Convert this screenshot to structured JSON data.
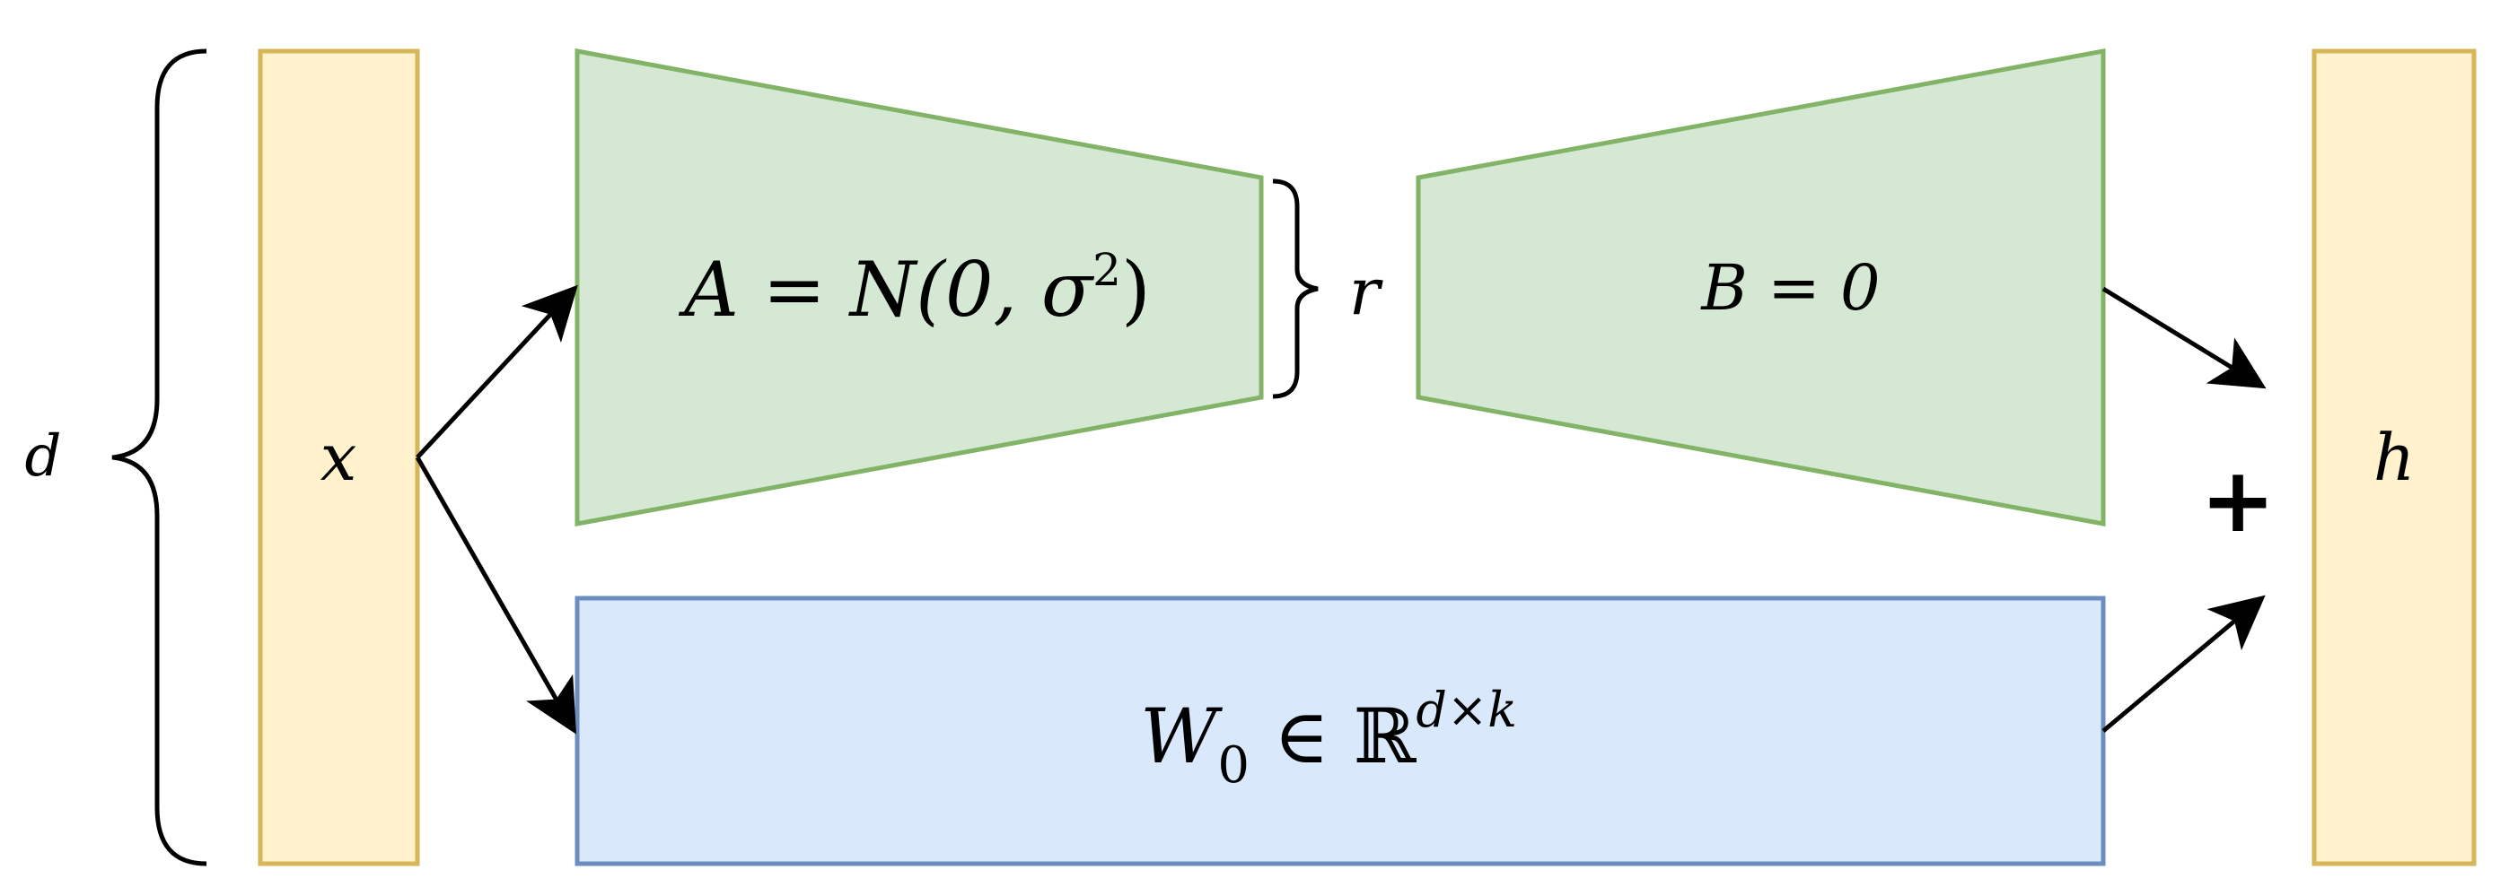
{
  "colors": {
    "io_fill": "#FFF2CC",
    "io_stroke": "#D6B656",
    "lora_fill": "#D5E8D4",
    "lora_stroke": "#82B366",
    "weight_fill": "#DAE8FC",
    "weight_stroke": "#6C8EBF",
    "line": "#000000"
  },
  "labels": {
    "dimension_d": "d",
    "input_x": "x",
    "output_h": "h",
    "rank_r": "r",
    "plus": "+",
    "matrix_a": {
      "lhs": "A",
      "eq": " = ",
      "dist": "N(0, σ",
      "sup": "2",
      "close": ")"
    },
    "matrix_b": "B = 0",
    "matrix_w0": {
      "base": "W",
      "sub": "0",
      "member": " ∈ ℝ",
      "sup": "d×k"
    }
  }
}
